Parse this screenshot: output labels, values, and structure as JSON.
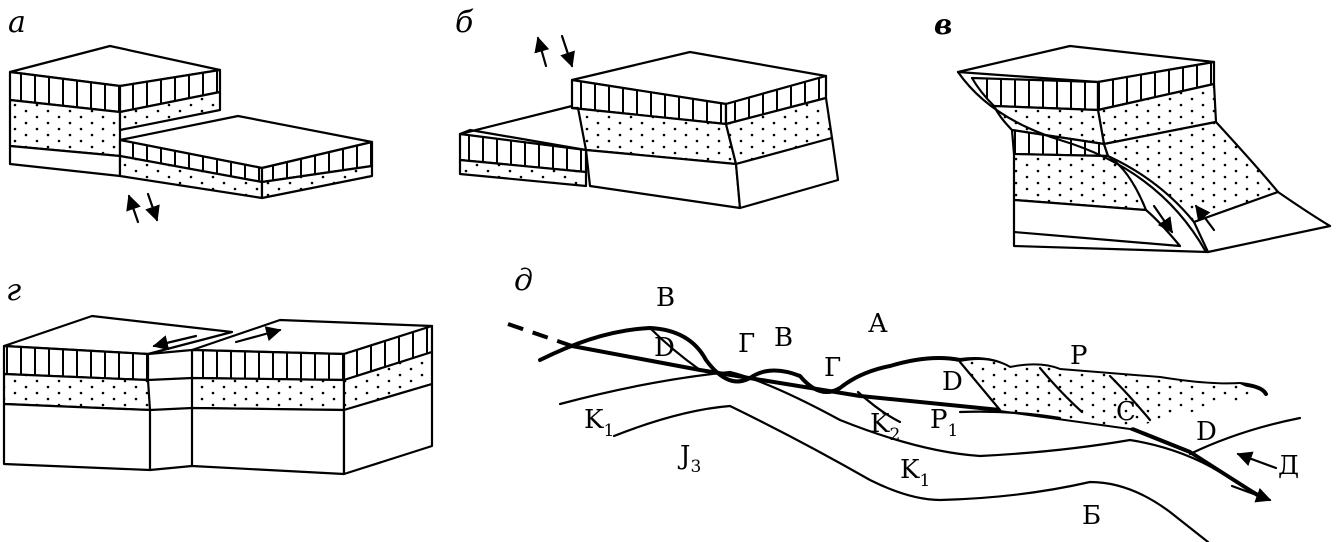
{
  "panels": {
    "a": {
      "letter": "а"
    },
    "b": {
      "letter": "б"
    },
    "v": {
      "letter": "в"
    },
    "g": {
      "letter": "г"
    },
    "d": {
      "letter": "д",
      "labels": {
        "V1": "В",
        "V2": "В",
        "A": "А",
        "D1": "D",
        "D2": "D",
        "D3": "D",
        "G1": "Г",
        "G2": "Г",
        "P": "Р",
        "P1_main": "P",
        "P1_sub": "1",
        "C": "С",
        "K1a_main": "K",
        "K1a_sub": "1",
        "K2_main": "K",
        "K2_sub": "2",
        "K1b_main": "K",
        "K1b_sub": "1",
        "J3_main": "J",
        "J3_sub": "3",
        "Dd": "Д",
        "B": "Б"
      }
    }
  }
}
